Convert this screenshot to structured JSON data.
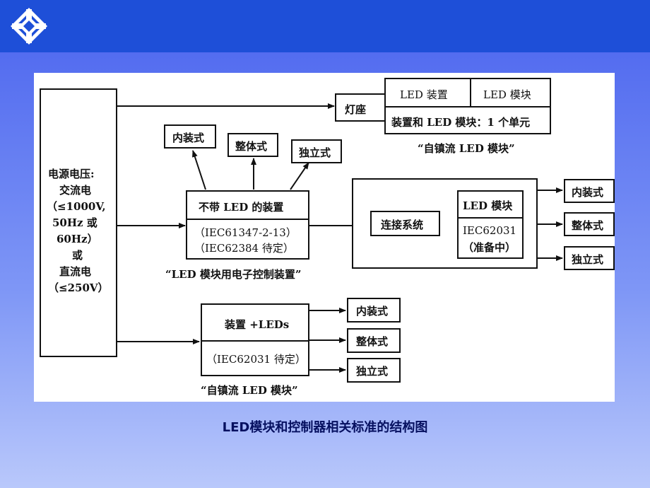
{
  "power": {
    "line1": "电源电压:",
    "line2": "交流电",
    "line3": "（≤1000V,",
    "line4": "50Hz 或",
    "line5": "60Hz）",
    "line6": "或",
    "line7": "直流电",
    "line8": "（≤250V）"
  },
  "lamp": {
    "base": "灯座",
    "device": "LED 装置",
    "module": "LED 模块",
    "combined": "装置和 LED 模块：1 个单元",
    "caption": "“自镇流 LED 模块”"
  },
  "controller": {
    "title": "不带 LED 的装置",
    "std1": "（IEC61347-2-13）",
    "std2": "（IEC62384 待定）",
    "caption": "“LED 模块用电子控制装置”",
    "out1": "内装式",
    "out2": "整体式",
    "out3": "独立式"
  },
  "module_group": {
    "connection": "连接系统",
    "module_title": "LED 模块",
    "std1": "IEC62031",
    "std2": "（准备中）",
    "out1": "内装式",
    "out2": "整体式",
    "out3": "独立式"
  },
  "selfballast": {
    "title": "装置 +LEDs",
    "std": "（IEC62031 待定）",
    "caption": "“自镇流 LED 模块”",
    "out1": "内装式",
    "out2": "整体式",
    "out3": "独立式"
  },
  "figure_caption": "LED模块和控制器相关标准的结构图"
}
